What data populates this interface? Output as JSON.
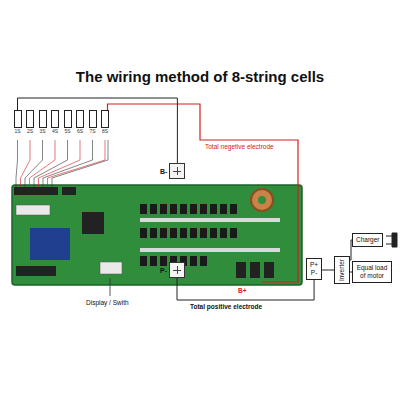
{
  "diagram": {
    "title": "The wiring method of 8-string cells",
    "nodes": [
      {
        "text": [
          "1S"
        ]
      },
      {
        "text": [
          "2S"
        ]
      },
      {
        "text": [
          "3S"
        ]
      },
      {
        "text": [
          "4S"
        ]
      },
      {
        "text": [
          "5S"
        ]
      },
      {
        "text": [
          "6S"
        ]
      },
      {
        "text": [
          "7S"
        ]
      },
      {
        "text": [
          "8S"
        ]
      },
      {
        "text": [
          "B-"
        ]
      },
      {
        "text": [
          "P-"
        ]
      },
      {
        "text": [
          "P+",
          "P-"
        ]
      },
      {
        "text": [
          "Inverter"
        ]
      },
      {
        "text": [
          "Charger"
        ]
      },
      {
        "text": [
          "Equal load of motor"
        ]
      }
    ],
    "edges": [
      {
        "from": 0,
        "to": 8,
        "arrow": "none"
      },
      {
        "from": 9,
        "to": 10,
        "arrow": "none"
      },
      {
        "from": 10,
        "to": 11,
        "arrow": "none"
      },
      {
        "from": 11,
        "to": 12,
        "arrow": "none"
      },
      {
        "from": 11,
        "to": 13,
        "arrow": "none"
      }
    ],
    "labels": [
      "Total negetive electrode",
      "Total positive electrode",
      "B+",
      "Display / Swith"
    ]
  }
}
